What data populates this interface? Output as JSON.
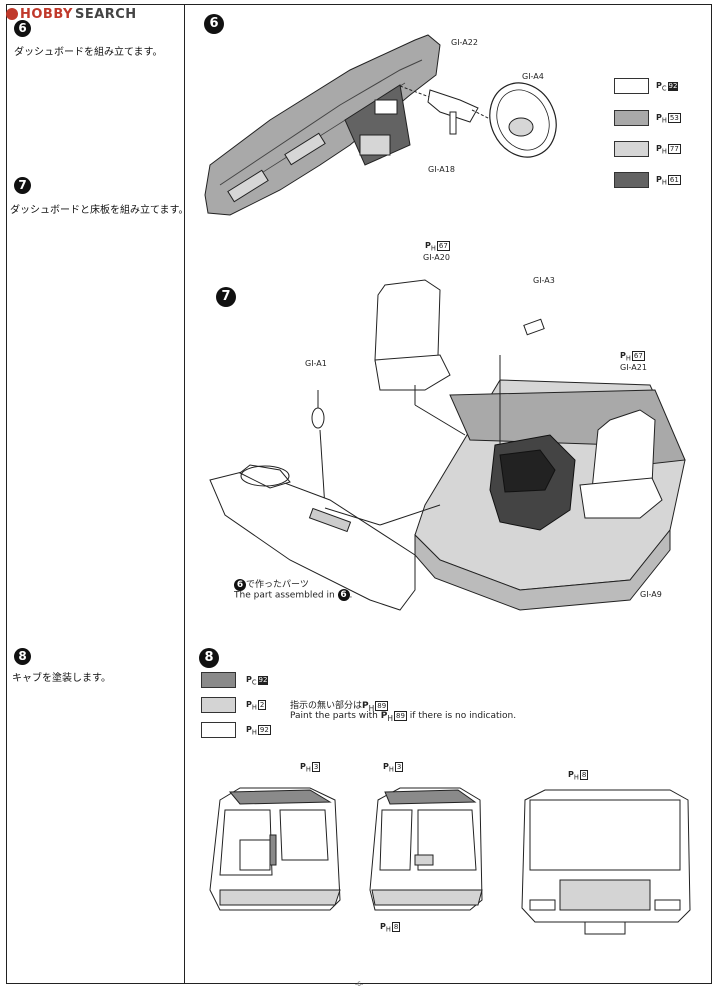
{
  "logo": {
    "brand": "HOBBY",
    "word": "SEARCH"
  },
  "steps": [
    {
      "num": "6",
      "text": "ダッシュボードを組み立てます。"
    },
    {
      "num": "7",
      "text": "ダッシュボードと床板を組み立てます。"
    },
    {
      "num": "8",
      "text": "キャブを塗装します。"
    }
  ],
  "step6": {
    "parts": {
      "dash": "GI-A22",
      "wheel": "GI-A4",
      "column": "GI-A18"
    },
    "colors": [
      {
        "fill": "#ffffff",
        "prefix": "P",
        "sub": "C",
        "code": "92",
        "style": "inv"
      },
      {
        "fill": "#a9a9a9",
        "prefix": "P",
        "sub": "H",
        "code": "53",
        "style": "box"
      },
      {
        "fill": "#d6d6d6",
        "prefix": "P",
        "sub": "H",
        "code": "77",
        "style": "box"
      },
      {
        "fill": "#636363",
        "prefix": "P",
        "sub": "H",
        "code": "61",
        "style": "box"
      }
    ]
  },
  "step7": {
    "seat_left": {
      "part": "GI-A20",
      "prefix": "P",
      "sub": "H",
      "code": "67"
    },
    "seat_right": {
      "part": "GI-A21",
      "prefix": "P",
      "sub": "H",
      "code": "67"
    },
    "lever": "GI-A1",
    "bracket": "GI-A3",
    "floor": "GI-A9",
    "note_jp_pre": "で作ったパーツ",
    "note_en_pre": "The part assembled in",
    "ref_step": "6"
  },
  "step8": {
    "swatches": [
      {
        "fill": "#8a8a8a",
        "prefix": "P",
        "sub": "C",
        "code": "92",
        "style": "inv"
      },
      {
        "fill": "#d4d4d4",
        "prefix": "P",
        "sub": "H",
        "code": "2",
        "style": "box"
      },
      {
        "fill": "#ffffff",
        "prefix": "P",
        "sub": "H",
        "code": "92",
        "style": "box"
      }
    ],
    "note_jp_pre": "指示の無い部分は",
    "note_code": "89",
    "note_prefix": "P",
    "note_sub": "H",
    "note_en_pre": "Paint the parts with",
    "note_en_post": "if there is no indication.",
    "roof_left": {
      "prefix": "P",
      "sub": "H",
      "code": "3"
    },
    "roof_right": {
      "prefix": "P",
      "sub": "H",
      "code": "3"
    },
    "lights": {
      "prefix": "P",
      "sub": "H",
      "code": "8"
    },
    "step": {
      "prefix": "P",
      "sub": "H",
      "code": "8"
    }
  },
  "page_number": "-6-"
}
